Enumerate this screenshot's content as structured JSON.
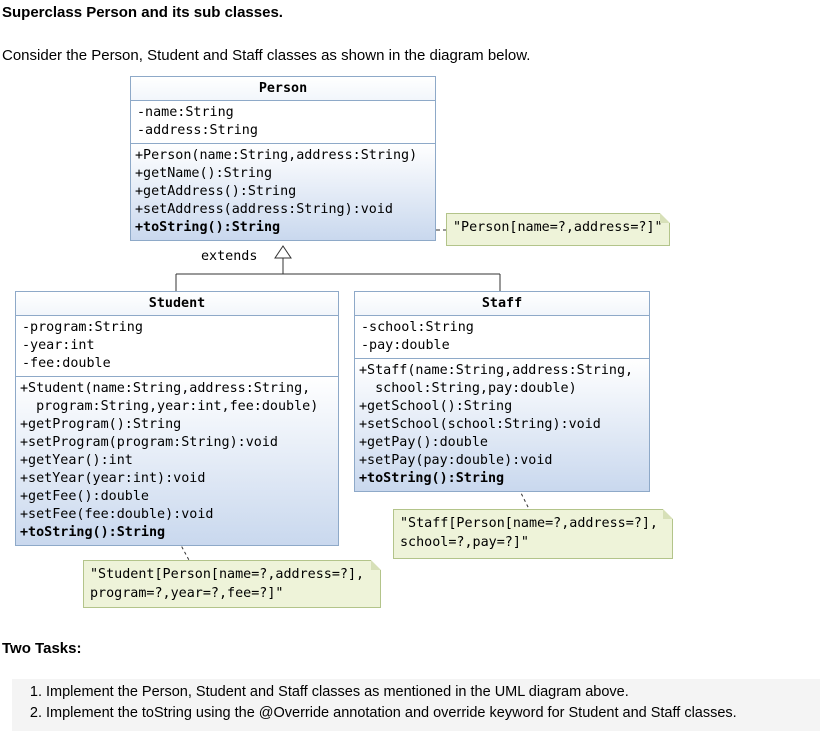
{
  "heading": "Superclass Person and its sub classes.",
  "intro": "Consider the Person, Student and Staff classes as shown in the diagram below.",
  "diagram": {
    "person": {
      "name": "Person",
      "attributes": [
        "-name:String",
        "-address:String"
      ],
      "operations": [
        "+Person(name:String,address:String)",
        "+getName():String",
        "+getAddress():String",
        "+setAddress(address:String):void"
      ],
      "tostring": "+toString():String"
    },
    "student": {
      "name": "Student",
      "attributes": [
        "-program:String",
        "-year:int",
        "-fee:double"
      ],
      "operations": [
        "+Student(name:String,address:String,",
        "  program:String,year:int,fee:double)",
        "+getProgram():String",
        "+setProgram(program:String):void",
        "+getYear():int",
        "+setYear(year:int):void",
        "+getFee():double",
        "+setFee(fee:double):void"
      ],
      "tostring": "+toString():String"
    },
    "staff": {
      "name": "Staff",
      "attributes": [
        "-school:String",
        "-pay:double"
      ],
      "operations": [
        "+Staff(name:String,address:String,",
        "  school:String,pay:double)",
        "+getSchool():String",
        "+setSchool(school:String):void",
        "+getPay():double",
        "+setPay(pay:double):void"
      ],
      "tostring": "+toString():String"
    },
    "extends_label": "extends",
    "notes": {
      "person": "\"Person[name=?,address=?]\"",
      "student": "\"Student[Person[name=?,address=?],\nprogram=?,year=?,fee=?]\"",
      "staff": "\"Staff[Person[name=?,address=?],\nschool=?,pay=?]\""
    }
  },
  "tasks": {
    "title": "Two Tasks:",
    "items": [
      "Implement the Person, Student and Staff classes as mentioned in the UML diagram above.",
      "Implement the toString using the @Override annotation and override keyword for Student and Staff classes."
    ]
  }
}
